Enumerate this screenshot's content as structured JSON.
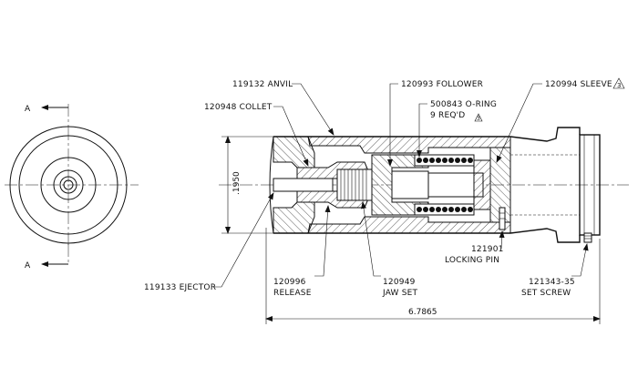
{
  "section_marks": {
    "top": "A",
    "bottom": "A"
  },
  "callouts": {
    "anvil": "119132 ANVIL",
    "collet": "120948 COLLET",
    "follower": "120993 FOLLOWER",
    "oring": "500843  O-RING",
    "oring_qty": "9 REQ'D",
    "sleeve": "120994 SLEEVE",
    "ejector": "119133 EJECTOR",
    "release_pn": "120996",
    "release": "RELEASE",
    "jaw_set_pn": "120949",
    "jaw_set": "JAW SET",
    "locking_pin_pn": "121901",
    "locking_pin": "LOCKING PIN",
    "set_screw_pn": "121343-35",
    "set_screw": "SET SCREW"
  },
  "revision_flags": {
    "oring": "3",
    "sleeve": "3"
  },
  "dimensions": {
    "diameter": ".1950",
    "overall_length": "6.7865"
  }
}
